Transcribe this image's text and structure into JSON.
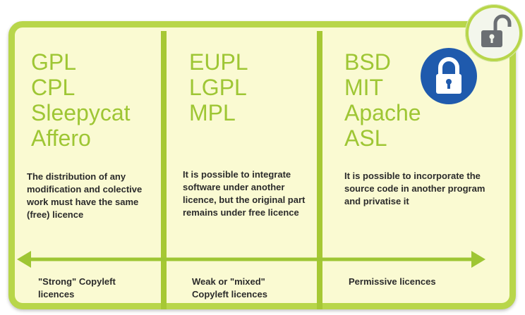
{
  "columns": [
    {
      "licences": [
        "GPL",
        "CPL",
        "Sleepycat",
        "Affero"
      ],
      "description": "The distribution of any modification and colective work must have the same (free) licence",
      "category": "\"Strong\" Copyleft licences"
    },
    {
      "licences": [
        "EUPL",
        "LGPL",
        "MPL"
      ],
      "description": "It is possible to integrate software under another licence, but the original part remains under free licence",
      "category": "Weak or \"mixed\" Copyleft licences"
    },
    {
      "licences": [
        "BSD",
        "MIT",
        "Apache",
        "ASL"
      ],
      "description": "It is possible to incorporate the source code in another program and privatise it",
      "category": "Permissive licences"
    }
  ],
  "icons": {
    "closed_lock": "lock-closed-icon",
    "open_lock": "lock-open-icon",
    "arrow": "double-headed-arrow"
  },
  "colors": {
    "accent_green": "#9ec634",
    "frame_green": "#b8d64a",
    "panel_bg": "#fafad2",
    "lock_blue": "#1f5aad",
    "lock_grey": "#6b6f73"
  }
}
